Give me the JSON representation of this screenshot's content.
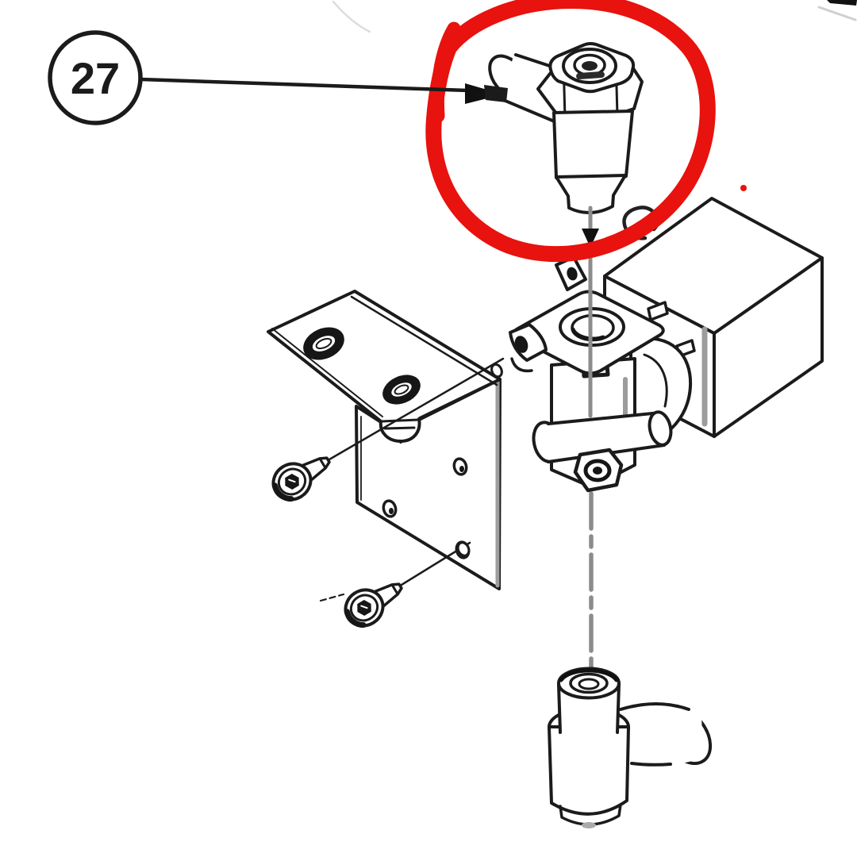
{
  "callout": {
    "number": "27"
  },
  "colors": {
    "background": "#ffffff",
    "line": "#1b1b1b",
    "centerline": "#8c8c8c",
    "highlight": "#e8120e"
  },
  "parts": {
    "balloon": "callout-balloon-27",
    "highlight": "red-marker-ellipse",
    "top_fitting": "push-to-connect-elbow-fitting",
    "valve": "solenoid-valve-body",
    "coil": "solenoid-coil-box",
    "bracket": "l-mounting-bracket",
    "screws": "socket-head-cap-screw",
    "bottom_fitting": "push-to-connect-elbow-fitting",
    "centerline": "assembly-centerline"
  }
}
